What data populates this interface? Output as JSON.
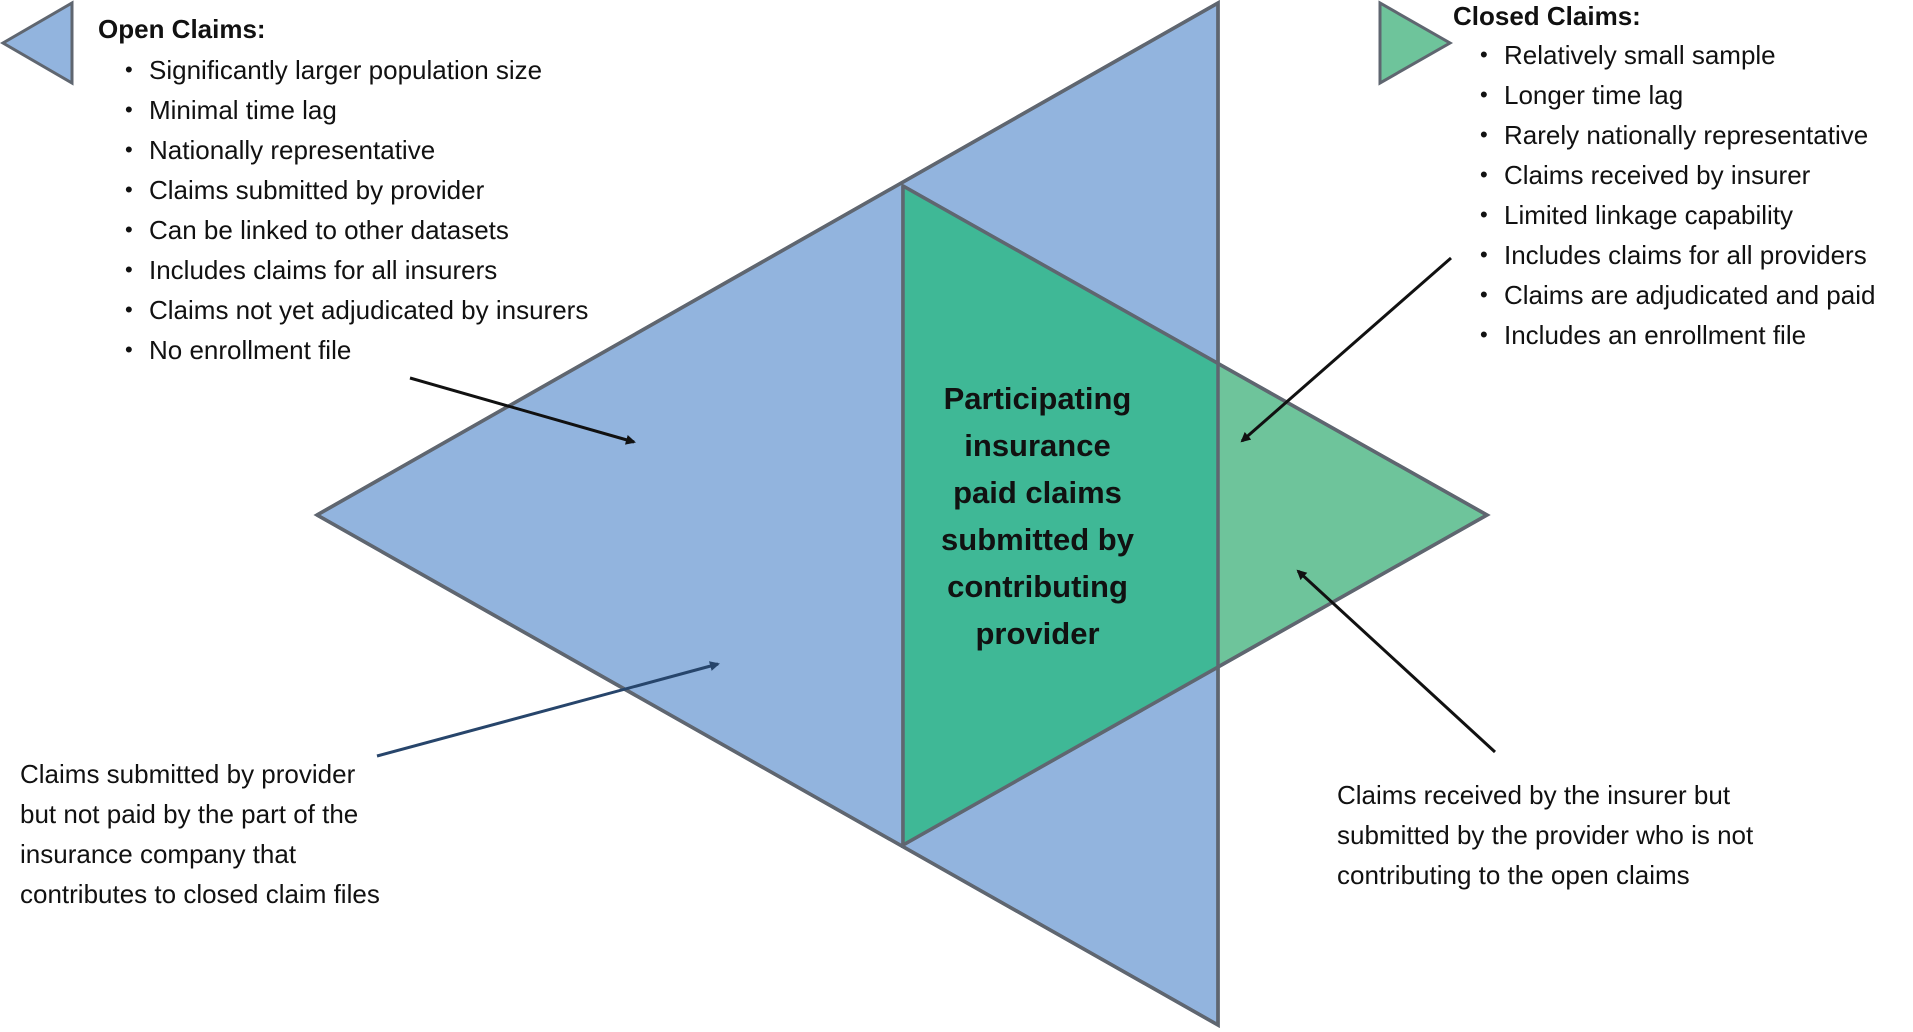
{
  "colors": {
    "open_fill": "#92B4DE",
    "closed_fill": "#6EC49B",
    "overlap_fill": "#3FB896",
    "outline": "#5F6670",
    "arrow": "#111111",
    "arrow_blue": "#27456B"
  },
  "legend": {
    "open": {
      "title": "Open Claims:",
      "items": [
        "Significantly larger population size",
        "Minimal time lag",
        "Nationally representative",
        "Claims submitted by provider",
        "Can be linked to other datasets",
        "Includes claims for all insurers",
        "Claims not yet adjudicated by insurers",
        "No enrollment file"
      ]
    },
    "closed": {
      "title": "Closed Claims:",
      "items": [
        "Relatively small sample",
        "Longer time lag",
        "Rarely nationally representative",
        "Claims received by insurer",
        "Limited linkage capability",
        "Includes claims for all providers",
        "Claims are adjudicated and paid",
        "Includes an enrollment file"
      ]
    }
  },
  "center_label": "Participating\ninsurance\npaid claims\nsubmitted by\ncontributing\nprovider",
  "annotations": {
    "left": "Claims submitted by provider\nbut not paid by the part of the\ninsurance company that\ncontributes to closed claim files",
    "right": "Claims received by the insurer but\nsubmitted by the provider who is not\ncontributing to the open claims"
  }
}
